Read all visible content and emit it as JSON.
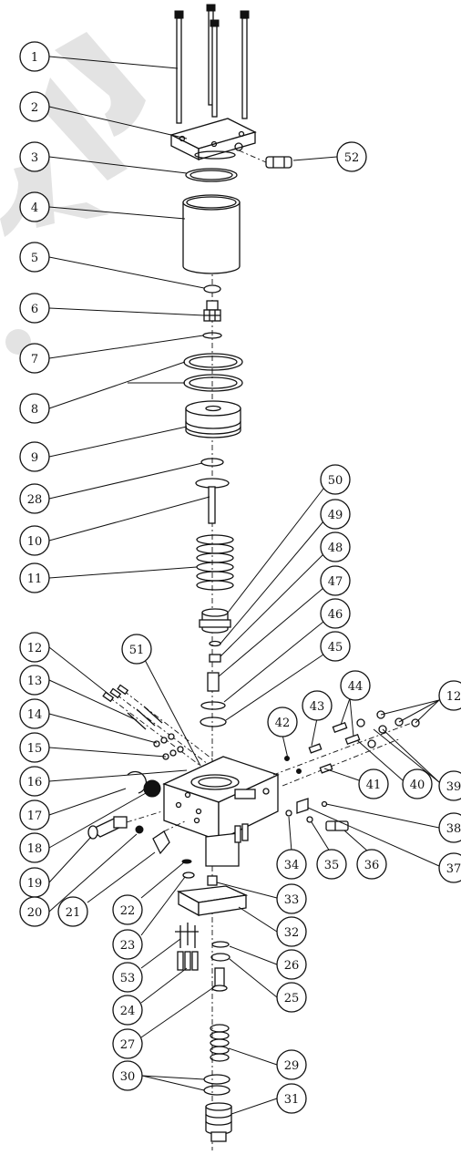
{
  "image": {
    "type": "exploded parts diagram",
    "palette": {
      "line": "#111111",
      "background": "#ffffff",
      "watermark": "#e3e3e3"
    }
  },
  "watermark": {
    "text": "RU."
  },
  "callouts": [
    {
      "id": "c1",
      "label": "1"
    },
    {
      "id": "c2",
      "label": "2"
    },
    {
      "id": "c3",
      "label": "3"
    },
    {
      "id": "c4",
      "label": "4"
    },
    {
      "id": "c5",
      "label": "5"
    },
    {
      "id": "c6",
      "label": "6"
    },
    {
      "id": "c7",
      "label": "7"
    },
    {
      "id": "c8",
      "label": "8"
    },
    {
      "id": "c9",
      "label": "9"
    },
    {
      "id": "c28",
      "label": "28"
    },
    {
      "id": "c10",
      "label": "10"
    },
    {
      "id": "c11",
      "label": "11"
    },
    {
      "id": "c12",
      "label": "12"
    },
    {
      "id": "c13",
      "label": "13"
    },
    {
      "id": "c14",
      "label": "14"
    },
    {
      "id": "c15",
      "label": "15"
    },
    {
      "id": "c16",
      "label": "16"
    },
    {
      "id": "c17",
      "label": "17"
    },
    {
      "id": "c18",
      "label": "18"
    },
    {
      "id": "c19",
      "label": "19"
    },
    {
      "id": "c20",
      "label": "20"
    },
    {
      "id": "c21",
      "label": "21"
    },
    {
      "id": "c22",
      "label": "22"
    },
    {
      "id": "c23",
      "label": "23"
    },
    {
      "id": "c53",
      "label": "53"
    },
    {
      "id": "c24",
      "label": "24"
    },
    {
      "id": "c27",
      "label": "27"
    },
    {
      "id": "c30",
      "label": "30"
    },
    {
      "id": "c52",
      "label": "52"
    },
    {
      "id": "c50",
      "label": "50"
    },
    {
      "id": "c49",
      "label": "49"
    },
    {
      "id": "c48",
      "label": "48"
    },
    {
      "id": "c47",
      "label": "47"
    },
    {
      "id": "c46",
      "label": "46"
    },
    {
      "id": "c45",
      "label": "45"
    },
    {
      "id": "c51",
      "label": "51"
    },
    {
      "id": "c44",
      "label": "44"
    },
    {
      "id": "c12r",
      "label": "12"
    },
    {
      "id": "c43",
      "label": "43"
    },
    {
      "id": "c42",
      "label": "42"
    },
    {
      "id": "c41",
      "label": "41"
    },
    {
      "id": "c40",
      "label": "40"
    },
    {
      "id": "c39",
      "label": "39"
    },
    {
      "id": "c38",
      "label": "38"
    },
    {
      "id": "c37",
      "label": "37"
    },
    {
      "id": "c34",
      "label": "34"
    },
    {
      "id": "c35",
      "label": "35"
    },
    {
      "id": "c36",
      "label": "36"
    },
    {
      "id": "c33",
      "label": "33"
    },
    {
      "id": "c32",
      "label": "32"
    },
    {
      "id": "c26",
      "label": "26"
    },
    {
      "id": "c25",
      "label": "25"
    },
    {
      "id": "c29",
      "label": "29"
    },
    {
      "id": "c31",
      "label": "31"
    }
  ]
}
